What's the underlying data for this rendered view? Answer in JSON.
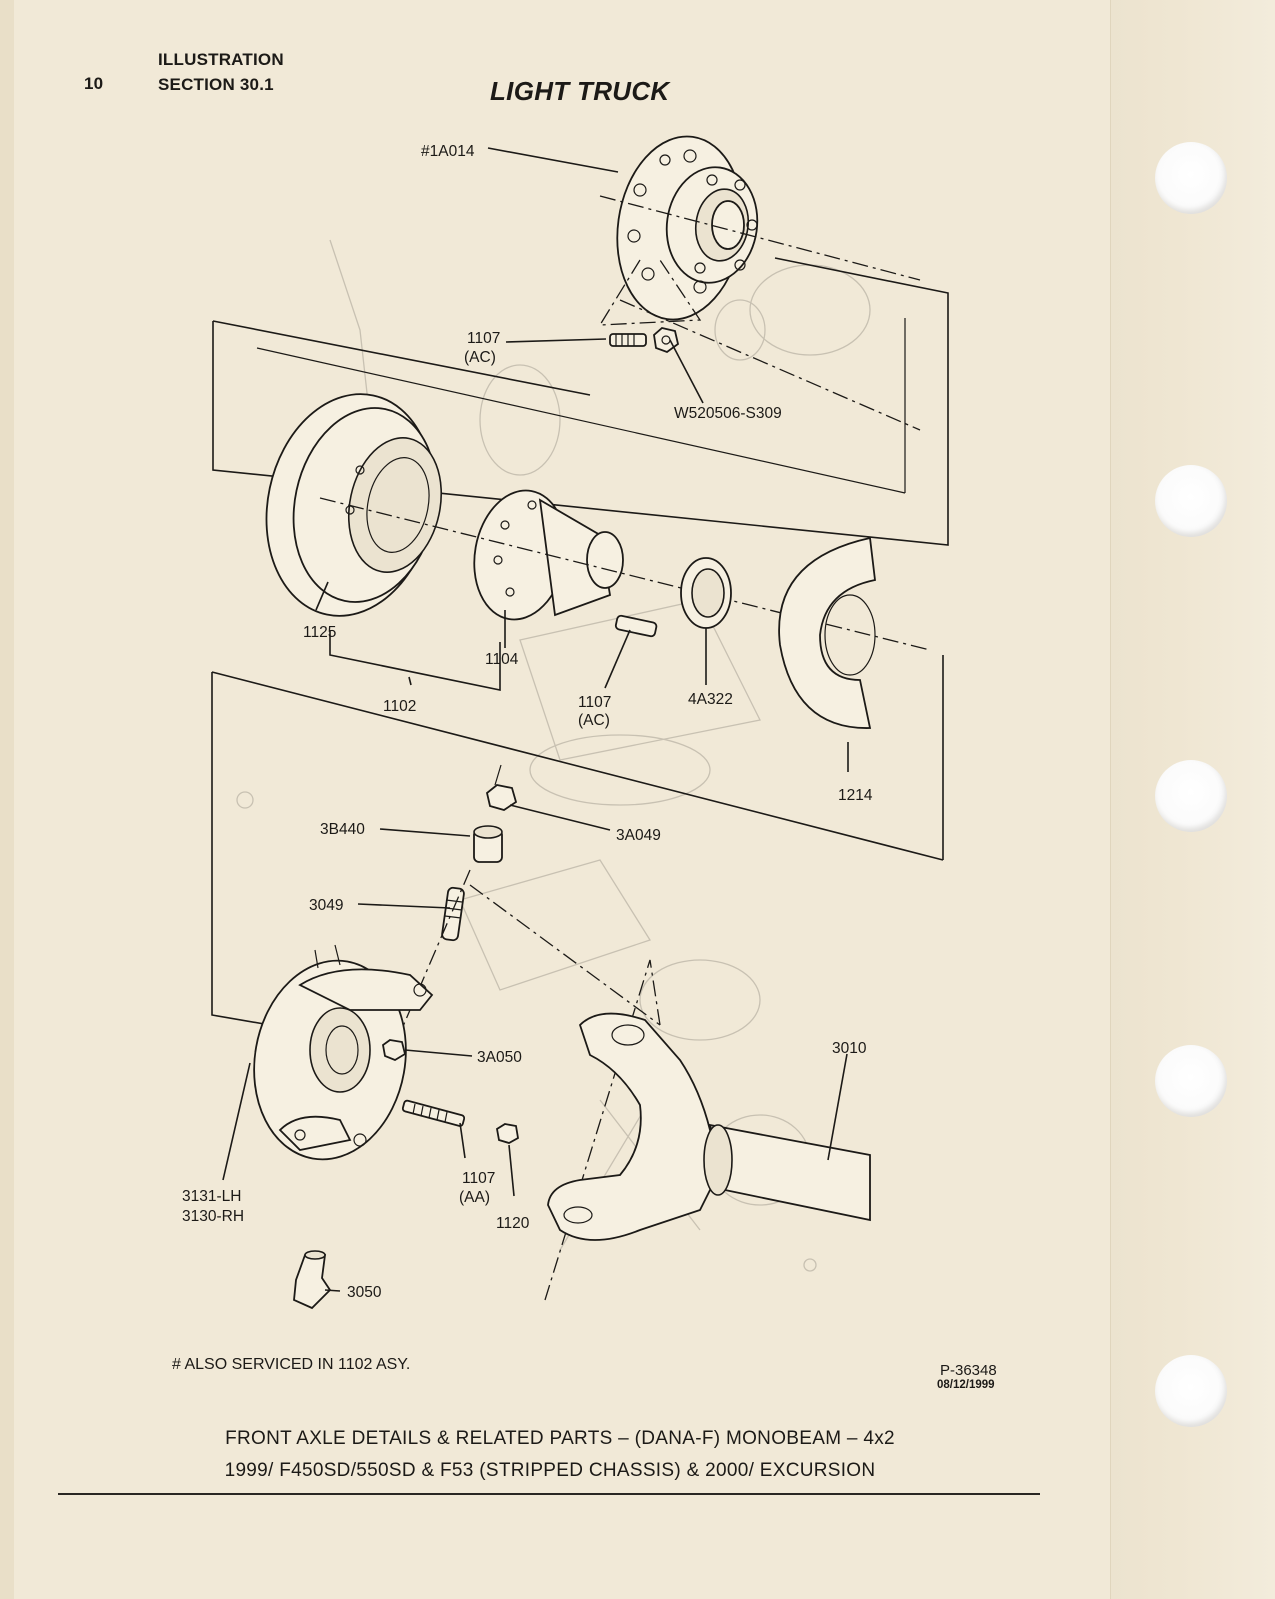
{
  "header": {
    "page_number": "10",
    "illustration_label": "ILLUSTRATION",
    "section_label": "SECTION 30.1",
    "title": "LIGHT TRUCK"
  },
  "callouts": {
    "c_1a014": "#1A014",
    "c_1107_top": "1107",
    "c_1107_top_sub": "(AC)",
    "c_w520506": "W520506-S309",
    "c_1125": "1125",
    "c_1104": "1104",
    "c_1102": "1102",
    "c_1107_mid": "1107",
    "c_1107_mid_sub": "(AC)",
    "c_4a322": "4A322",
    "c_1214": "1214",
    "c_3b440": "3B440",
    "c_3a049": "3A049",
    "c_3049": "3049",
    "c_3a050": "3A050",
    "c_3010": "3010",
    "c_3131": "3131-LH",
    "c_3130": "3130-RH",
    "c_1107_low": "1107",
    "c_1107_low_sub": "(AA)",
    "c_1120": "1120",
    "c_3050": "3050"
  },
  "footer": {
    "footnote": "# ALSO SERVICED IN 1102 ASY.",
    "figure_id": "P-36348",
    "figure_date": "08/12/1999",
    "caption_line1": "FRONT AXLE DETAILS & RELATED PARTS – (DANA-F) MONOBEAM – 4x2",
    "caption_line2": "1999/ F450SD/550SD & F53 (STRIPPED CHASSIS) & 2000/ EXCURSION"
  }
}
